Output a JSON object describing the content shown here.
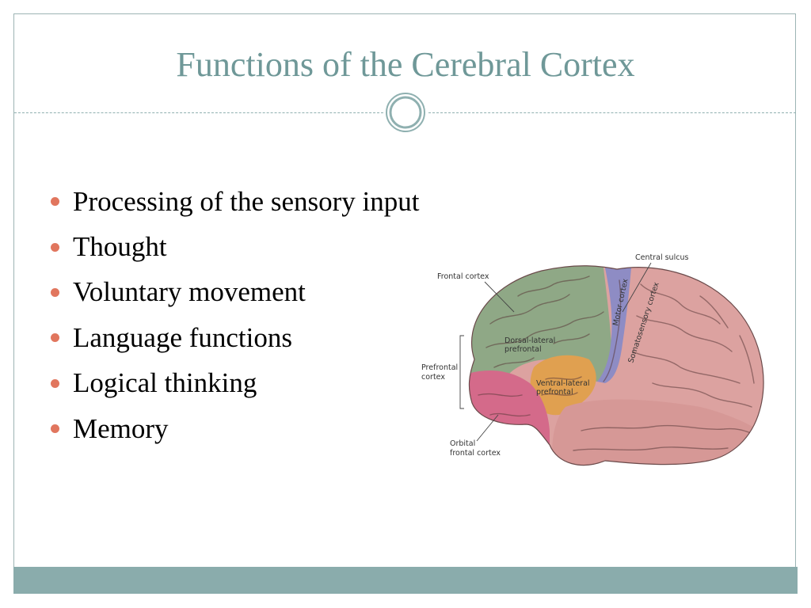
{
  "title": "Functions of the Cerebral Cortex",
  "bullets": [
    "Processing of the sensory input",
    "Thought",
    "Voluntary movement",
    "Language functions",
    "Logical thinking",
    "Memory"
  ],
  "diagram": {
    "labels": {
      "central_sulcus": "Central sulcus",
      "frontal_cortex": "Frontal cortex",
      "motor_cortex": "Motor cortex",
      "somatosensory_cortex": "Somatosensory cortex",
      "dorsal_lateral_1": "Dorsal-lateral",
      "dorsal_lateral_2": "prefrontal",
      "prefrontal_1": "Prefrontal",
      "prefrontal_2": "cortex",
      "ventral_lateral_1": "Ventral-lateral",
      "ventral_lateral_2": "prefrontal",
      "orbital_1": "Orbital",
      "orbital_2": "frontal cortex"
    }
  },
  "colors": {
    "title": "#6f9898",
    "bullet": "#e1765e",
    "footer": "#8aacac",
    "frontal": "#8fa886",
    "motor": "#8e8cc4",
    "orbital": "#d46a8a",
    "ventral": "#e0a050",
    "brain_rest": "#dca2a0"
  }
}
